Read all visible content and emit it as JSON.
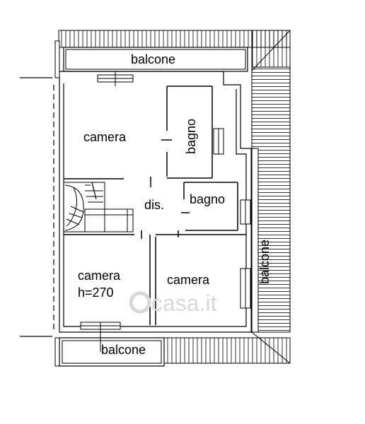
{
  "rooms": {
    "balcone_top": "balcone",
    "camera_top_left": "camera",
    "bagno_upper": "bagno",
    "dis": "dis.",
    "bagno_lower": "bagno",
    "camera_bottom_left": "camera",
    "camera_bottom_left_height": "h=270",
    "camera_bottom_right": "camera",
    "balcone_right": "balcone",
    "balcone_bottom": "balcone"
  },
  "watermark": {
    "brand": "casa.it"
  },
  "colors": {
    "line": "#000000",
    "background": "#ffffff",
    "watermark": "#d8d8d8"
  }
}
